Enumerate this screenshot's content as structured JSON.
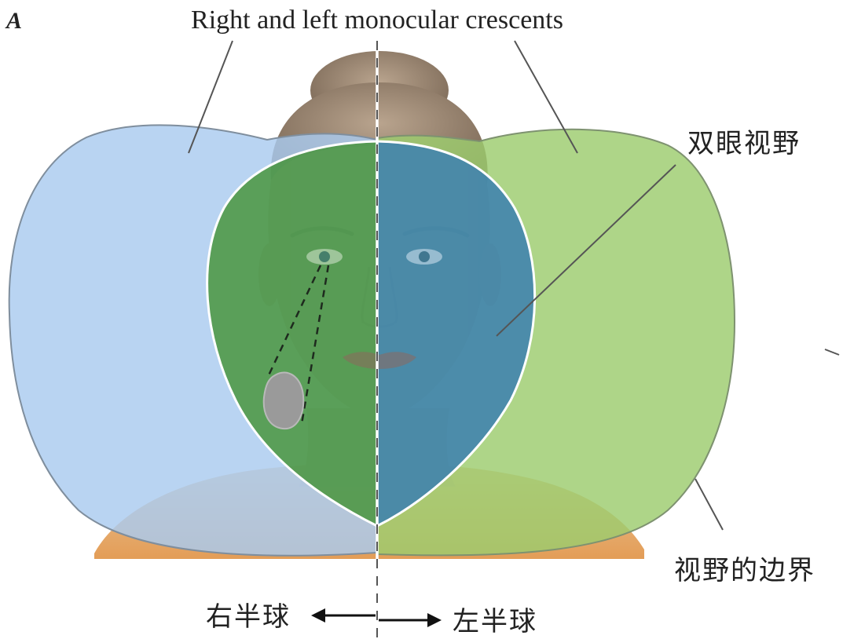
{
  "panel_letter": "A",
  "labels": {
    "monocular_crescents": "Right and left monocular crescents",
    "binocular_field": "双眼视野",
    "field_boundary": "视野的边界",
    "right_hemisphere": "右半球",
    "left_hemisphere": "左半球"
  },
  "colors": {
    "right_eye_field": "#a9cbef",
    "left_eye_field": "#9ccc6e",
    "binocular_left_half": "#3f8f2e",
    "binocular_right_half": "#3b7fb0",
    "blind_spot": "#9a9a9a",
    "shoulders": "#e9c08a"
  },
  "icons": {
    "face": "human-face-illustration",
    "blind_spot": "blind-spot-blob"
  }
}
